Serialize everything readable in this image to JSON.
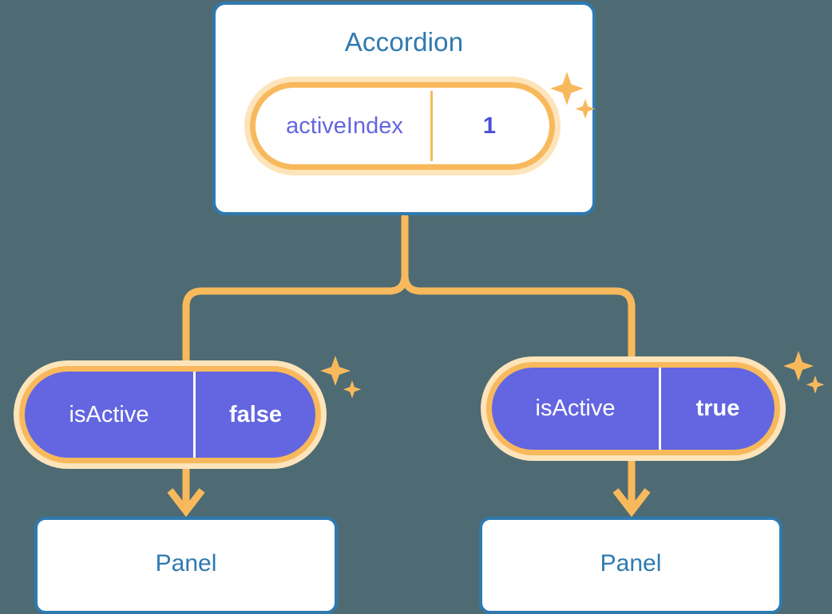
{
  "theme": {
    "background": "#4e6b73",
    "card_border": "#2e7ab0",
    "card_fill": "#ffffff",
    "title_text": "#2e7ab0",
    "accent_orange": "#f8b95c",
    "accent_orange_glow": "#fde4bb",
    "state_purple": "#6366e0",
    "state_purple_text": "#4b4fd6",
    "white": "#ffffff"
  },
  "diagram": {
    "type": "component-state-tree",
    "root": {
      "title": "Accordion",
      "state": {
        "key": "activeIndex",
        "value": "1",
        "highlighted": true
      }
    },
    "children": [
      {
        "id": "left",
        "state": {
          "key": "isActive",
          "value": "false",
          "highlighted": true
        },
        "panel": {
          "title": "Panel"
        }
      },
      {
        "id": "right",
        "state": {
          "key": "isActive",
          "value": "true",
          "highlighted": true
        },
        "panel": {
          "title": "Panel"
        }
      }
    ],
    "decorations": [
      {
        "name": "sparkle-root",
        "glyph": "four-point-star"
      },
      {
        "name": "sparkle-left-child",
        "glyph": "four-point-star"
      },
      {
        "name": "sparkle-right-child",
        "glyph": "four-point-star"
      }
    ]
  }
}
